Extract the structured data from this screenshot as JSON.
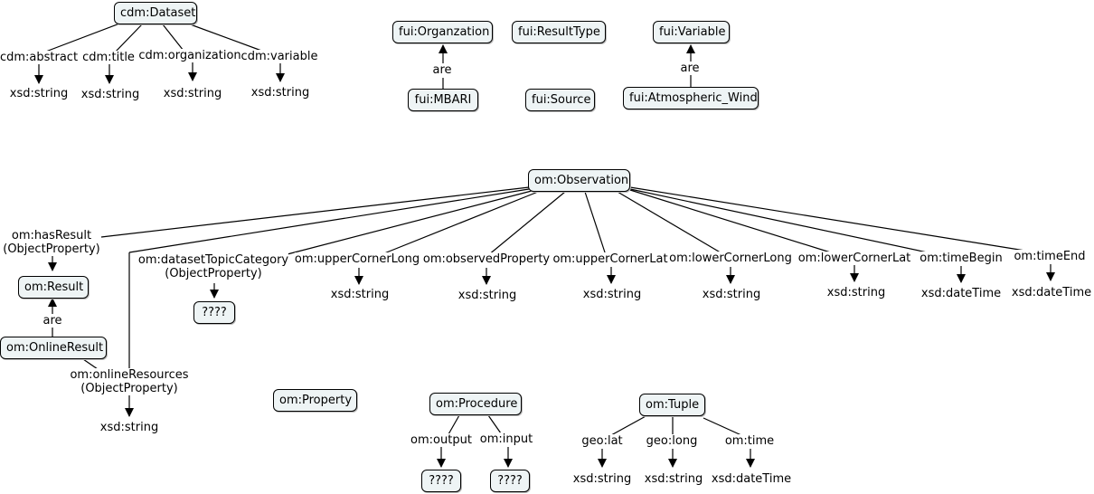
{
  "colors": {
    "node_fill": "#eef4f5",
    "line": "#000000"
  },
  "nodes": {
    "dataset": "cdm:Dataset",
    "organzation": "fui:Organzation",
    "result_type": "fui:ResultType",
    "variable": "fui:Variable",
    "mbari": "fui:MBARI",
    "source": "fui:Source",
    "atmospheric_wind": "fui:Atmospheric_Wind",
    "observation": "om:Observation",
    "result": "om:Result",
    "online_result": "om:OnlineResult",
    "unknown_topic": "????",
    "property": "om:Property",
    "procedure": "om:Procedure",
    "unknown_output": "????",
    "unknown_input": "????",
    "tuple": "om:Tuple"
  },
  "labels": {
    "abstract": "cdm:abstract",
    "title": "cdm:title",
    "organization": "cdm:organization",
    "variable": "cdm:variable",
    "are_org": "are",
    "are_var": "are",
    "are_result": "are",
    "has_result": "om:hasResult",
    "has_result_kind": "(ObjectProperty)",
    "topic": "om:datasetTopicCategory",
    "topic_kind": "(ObjectProperty)",
    "upper_corner_long": "om:upperCornerLong",
    "observed_property": "om:observedProperty",
    "upper_corner_lat": "om:upperCornerLat",
    "lower_corner_long": "om:lowerCornerLong",
    "lower_corner_lat": "om:lowerCornerLat",
    "time_begin": "om:timeBegin",
    "time_end": "om:timeEnd",
    "online_resources": "om:onlineResources",
    "online_resources_kind": "(ObjectProperty)",
    "output": "om:output",
    "input": "om:input",
    "lat": "geo:lat",
    "long": "geo:long",
    "time": "om:time"
  },
  "values": {
    "abstract": "xsd:string",
    "title": "xsd:string",
    "organization": "xsd:string",
    "variable": "xsd:string",
    "upper_corner_long": "xsd:string",
    "observed_property": "xsd:string",
    "upper_corner_lat": "xsd:string",
    "lower_corner_long": "xsd:string",
    "lower_corner_lat": "xsd:string",
    "time_begin": "xsd:dateTime",
    "time_end": "xsd:dateTime",
    "online_resources": "xsd:string",
    "lat": "xsd:string",
    "long": "xsd:string",
    "time": "xsd:dateTime"
  }
}
